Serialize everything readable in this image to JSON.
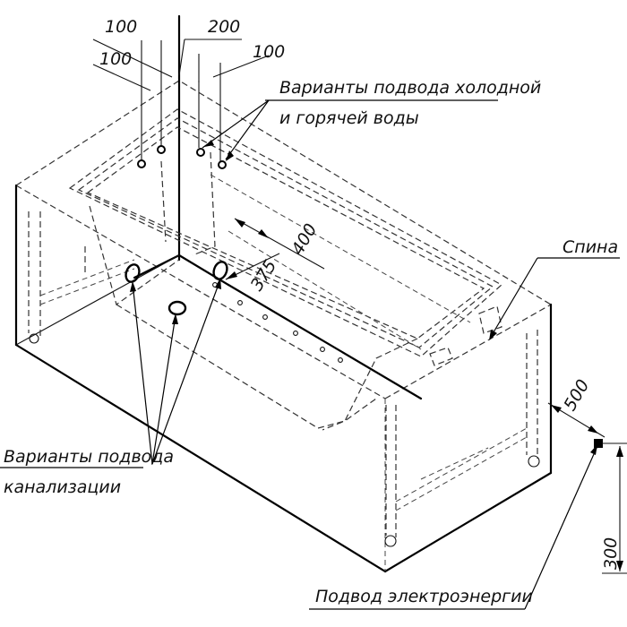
{
  "dimensions": {
    "d_left_top": "100",
    "d_left_bottom": "100",
    "d_center": "200",
    "d_right": "100",
    "d_tub_400": "400",
    "d_tub_375": "375",
    "d_side_500": "500",
    "d_height_300": "300"
  },
  "labels": {
    "water_line1": "Варианты подвода холодной",
    "water_line2": "и горячей воды",
    "back": "Спина",
    "drain_line1": "Варианты подвода",
    "drain_line2": "канализации",
    "power": "Подвод электроэнергии"
  },
  "colors": {
    "line": "#000000",
    "background": "#ffffff"
  }
}
